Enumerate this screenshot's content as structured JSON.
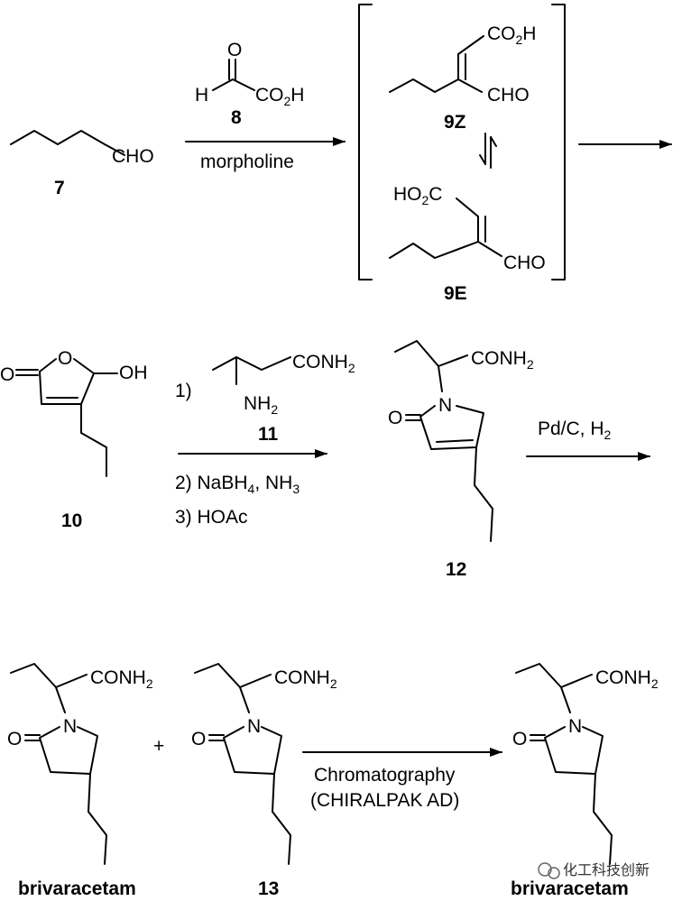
{
  "step1": {
    "reactant": {
      "label": "CHO",
      "number": "7"
    },
    "reagent": {
      "number": "8",
      "atom_o": "O",
      "atom_h": "H",
      "group": "CO",
      "group_sub": "2",
      "group_end": "H"
    },
    "condition": "morpholine"
  },
  "intermediates": {
    "z": {
      "acid": "CO",
      "acid_sub": "2",
      "acid_end": "H",
      "aldehyde": "CHO",
      "number": "9Z"
    },
    "e": {
      "acid": "HO",
      "acid_sub": "2",
      "acid_end": "C",
      "aldehyde": "CHO",
      "number": "9E"
    }
  },
  "step2": {
    "compound10": {
      "ring_o": "O",
      "carbonyl_o": "O",
      "oh": "OH",
      "number": "10"
    },
    "reagent11": {
      "amide": "CONH",
      "amide_sub": "2",
      "amine": "NH",
      "amine_sub": "2",
      "number": "11"
    },
    "conditions": {
      "c1": "1)",
      "c2_prefix": "2) NaBH",
      "c2_sub1": "4",
      "c2_mid": ", NH",
      "c2_sub2": "3",
      "c3": "3) HOAc"
    },
    "product12": {
      "amide": "CONH",
      "amide_sub": "2",
      "n": "N",
      "o": "O",
      "number": "12"
    }
  },
  "step3": {
    "condition_prefix": "Pd/C, H",
    "condition_sub": "2"
  },
  "step4": {
    "left": {
      "amide": "CONH",
      "amide_sub": "2",
      "n": "N",
      "o": "O",
      "name": "brivaracetam"
    },
    "plus": "+",
    "middle": {
      "amide": "CONH",
      "amide_sub": "2",
      "n": "N",
      "o": "O",
      "number": "13"
    },
    "condition_line1": "Chromatography",
    "condition_line2": "(CHIRALPAK AD)",
    "right": {
      "amide": "CONH",
      "amide_sub": "2",
      "n": "N",
      "o": "O",
      "name": "brivaracetam"
    }
  },
  "watermark": "化工科技创新"
}
